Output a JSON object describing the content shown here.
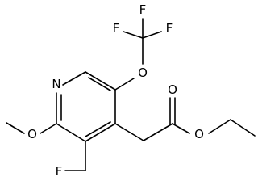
{
  "molecule": {
    "atoms": {
      "n_ring": "N",
      "o_methoxy": "O",
      "o_ocf3": "O",
      "f_top": "F",
      "f_left": "F",
      "f_right": "F",
      "o_carbonyl": "O",
      "o_ester": "O",
      "f_ch2f": "F"
    }
  }
}
